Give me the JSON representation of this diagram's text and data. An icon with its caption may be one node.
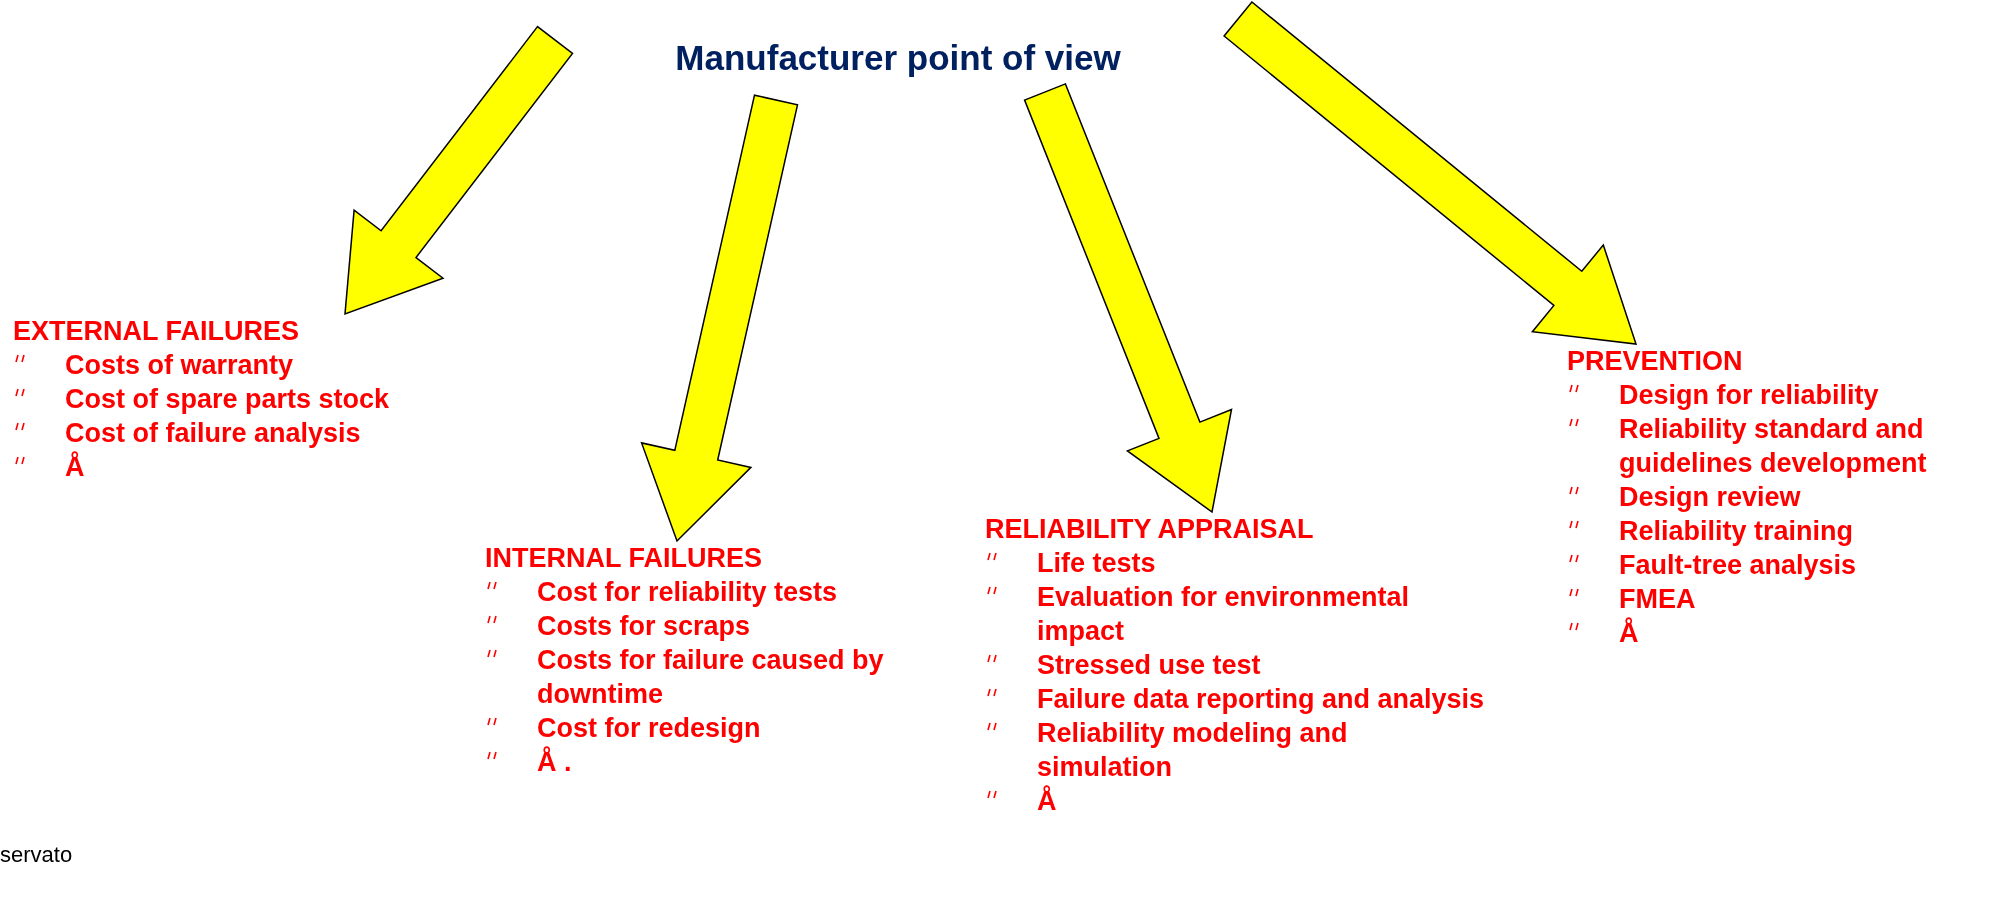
{
  "diagram": {
    "title": "Manufacturer point of view",
    "nodes": [
      {
        "text": [
          "EXTERNAL FAILURES",
          "Costs of warranty",
          "Cost of spare parts stock",
          "Cost of failure analysis",
          "Å"
        ]
      },
      {
        "text": [
          "INTERNAL FAILURES",
          "Cost for reliability tests",
          "Costs for scraps",
          "Costs for failure caused by downtime",
          "Cost for redesign",
          "Å ."
        ]
      },
      {
        "text": [
          "RELIABILITY APPRAISAL",
          "Life tests",
          "Evaluation for environmental impact",
          "Stressed use test",
          "Failure data reporting and analysis",
          "Reliability modeling and simulation",
          "Å"
        ]
      },
      {
        "text": [
          "PREVENTION",
          "Design for reliability",
          "Reliability standard and guidelines development",
          "Design review",
          "Reliability training",
          "Fault-tree analysis",
          "FMEA",
          "Å"
        ]
      }
    ],
    "edges": [
      {
        "from": null,
        "to": 0,
        "arrow": "to",
        "style": "thick",
        "color": "#ffff00"
      },
      {
        "from": null,
        "to": 1,
        "arrow": "to",
        "style": "thick",
        "color": "#ffff00"
      },
      {
        "from": null,
        "to": 2,
        "arrow": "to",
        "style": "thick",
        "color": "#ffff00"
      },
      {
        "from": null,
        "to": 3,
        "arrow": "to",
        "style": "thick",
        "color": "#ffff00"
      }
    ],
    "labels": [
      "servato"
    ]
  }
}
